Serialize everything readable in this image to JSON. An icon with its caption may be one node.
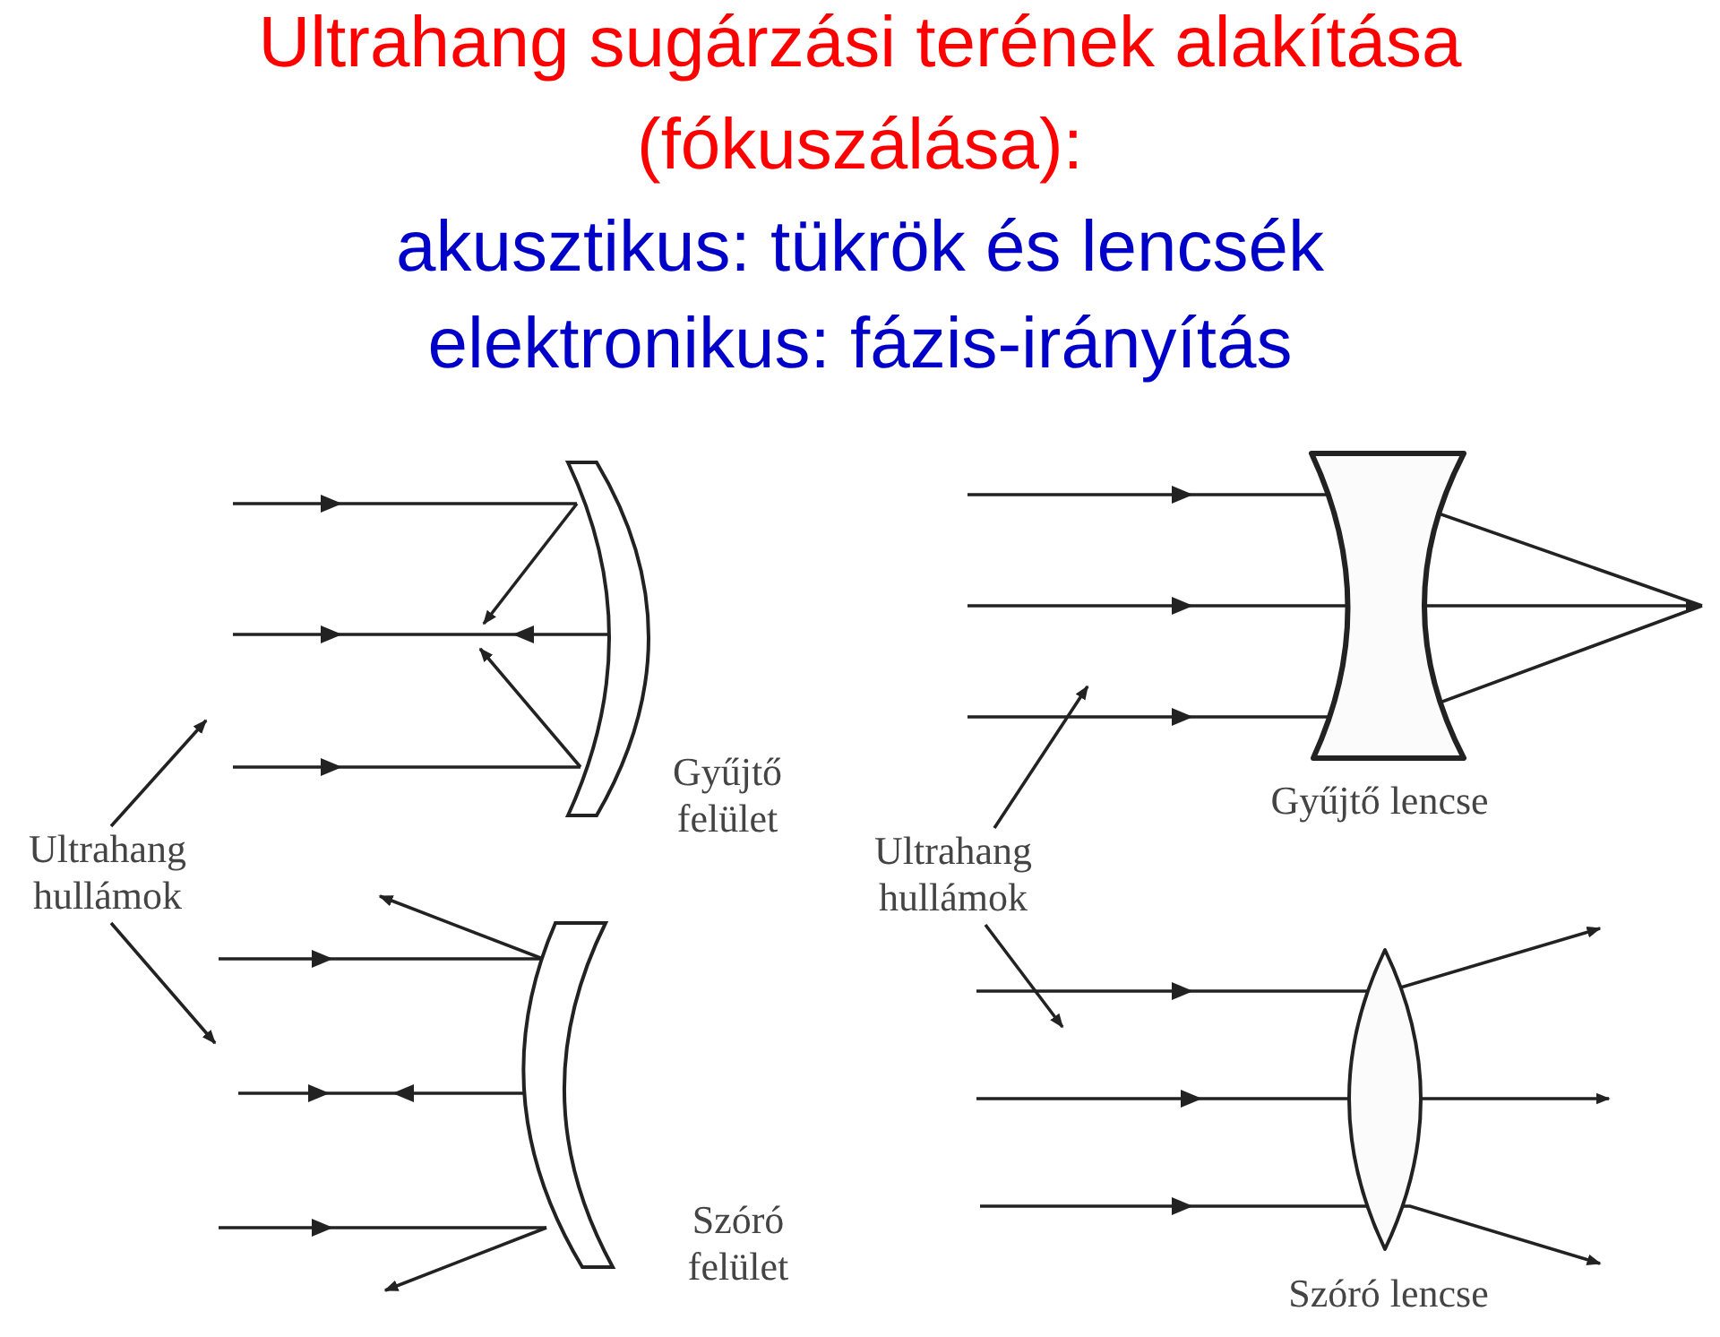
{
  "diagram": {
    "title": "Ultrahang sugárzási terének alakítása (fókuszálása):",
    "nodes": [
      {
        "text": [
          "Ultrahang hullámok"
        ]
      },
      {
        "text": [
          "Ultrahang hullámok"
        ]
      },
      {
        "text": [],
        "shape": "mirror",
        "beside": [
          "Gyűjtő felület"
        ]
      },
      {
        "text": [],
        "shape": "lens",
        "beside": [
          "Gyűjtő lencse"
        ]
      },
      {
        "text": [],
        "shape": "mirror",
        "beside": [
          "Szóró felület"
        ]
      },
      {
        "text": [],
        "shape": "lens",
        "beside": [
          "Szóró lencse"
        ]
      }
    ],
    "edges": [
      {
        "from": 0,
        "to": null,
        "arrow": "to"
      },
      {
        "from": 0,
        "to": null,
        "arrow": "to"
      },
      {
        "from": 1,
        "to": null,
        "arrow": "to"
      },
      {
        "from": 1,
        "to": null,
        "arrow": "to"
      }
    ],
    "labels": [
      "akusztikus: tükrök és lencsék",
      "elektronikus: fázis-irányítás"
    ]
  }
}
